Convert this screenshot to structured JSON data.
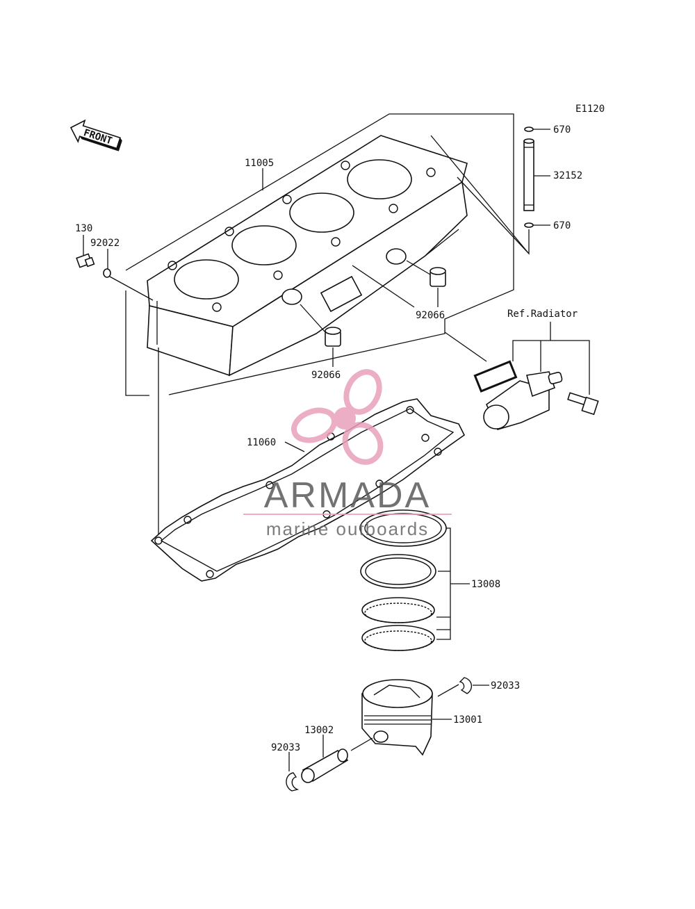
{
  "diagram": {
    "code": "E1120",
    "front_label": "FRONT",
    "ref_label": "Ref.Radiator",
    "parts": {
      "p11005": "11005",
      "p130": "130",
      "p92022": "92022",
      "p670_top": "670",
      "p32152": "32152",
      "p670_bot": "670",
      "p92066_right": "92066",
      "p92066_left": "92066",
      "p11060": "11060",
      "p13008": "13008",
      "p92033_right": "92033",
      "p13001": "13001",
      "p13002": "13002",
      "p92033_left": "92033"
    }
  },
  "watermark": {
    "brand": "ARMADA",
    "tagline": "marine outboards",
    "brand_color": "#5a5a5a",
    "accent_color": "#e8a0bc"
  }
}
